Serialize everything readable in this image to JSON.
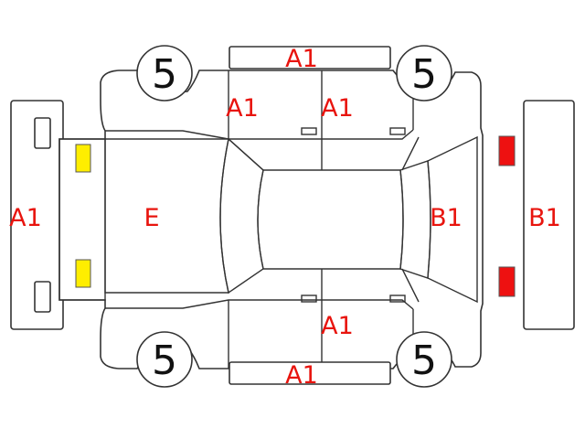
{
  "colors": {
    "damage_label": "#e8140e",
    "line": "#333333",
    "yellow_lamp": "#ffee00",
    "red_lamp": "#ee1111"
  },
  "labels": {
    "roof_top": "A1",
    "front_door_top": "A1",
    "rear_door_top": "A1",
    "rear_bumper": "A1",
    "trunk": "E",
    "hood": "B1",
    "front_bumper": "B1",
    "rear_door_bottom": "A1",
    "roof_bottom": "A1"
  },
  "tires": {
    "top_left": "5",
    "top_right": "5",
    "bottom_left": "5",
    "bottom_right": "5"
  },
  "icons": [
    "yellow-lamp-icon",
    "red-lamp-icon",
    "tire-icon"
  ]
}
